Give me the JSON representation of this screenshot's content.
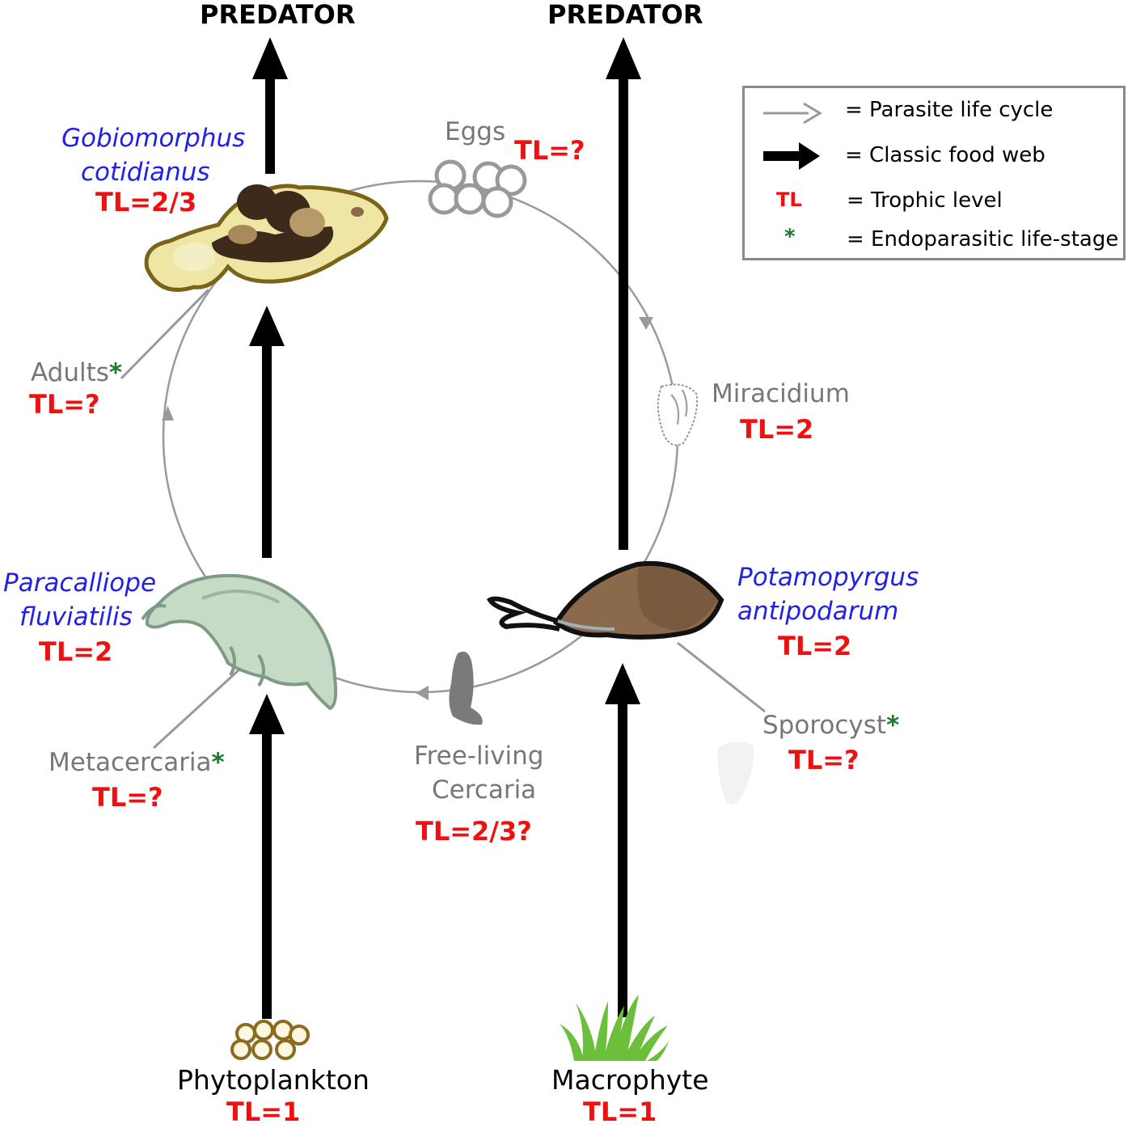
{
  "predators": [
    "PREDATOR",
    "PREDATOR"
  ],
  "host_fish": {
    "name_line1": "Gobiomorphus",
    "name_line2": "cotidianus",
    "tl": "TL=2/3"
  },
  "host_amphipod": {
    "name_line1": "Paracalliope",
    "name_line2": "fluviatilis",
    "tl": "TL=2"
  },
  "host_snail": {
    "name_line1": "Potamopyrgus",
    "name_line2": "antipodarum",
    "tl": "TL=2"
  },
  "stages": {
    "eggs": {
      "label": "Eggs",
      "tl": "TL=?"
    },
    "miracidium": {
      "label": "Miracidium",
      "tl": "TL=2"
    },
    "sporocyst": {
      "label": "Sporocyst",
      "asterisk": "*",
      "tl": "TL=?"
    },
    "cercaria": {
      "label_line1": "Free-living",
      "label_line2": "Cercaria",
      "tl": "TL=2/3?"
    },
    "metacercaria": {
      "label": "Metacercaria",
      "asterisk": "*",
      "tl": "TL=?"
    },
    "adults": {
      "label": "Adults",
      "asterisk": "*",
      "tl": "TL=?"
    }
  },
  "producers": {
    "phytoplankton": {
      "label": "Phytoplankton",
      "tl": "TL=1"
    },
    "macrophyte": {
      "label": "Macrophyte",
      "tl": "TL=1"
    }
  },
  "legend": {
    "items": [
      {
        "icon": "gray-arrow-icon",
        "symbol": "",
        "text": "= Parasite life cycle"
      },
      {
        "icon": "black-arrow-icon",
        "symbol": "",
        "text": "= Classic food web"
      },
      {
        "icon": "",
        "symbol": "TL",
        "text": "= Trophic level"
      },
      {
        "icon": "",
        "symbol": "*",
        "text": "= Endoparasitic life-stage"
      }
    ]
  },
  "colors": {
    "species": "#1f22e6",
    "trophic_level": "#ee1111",
    "stage": "#777777",
    "asterisk": "#1a7a2a",
    "food_web_arrow": "#000000",
    "life_cycle": "#999999"
  }
}
